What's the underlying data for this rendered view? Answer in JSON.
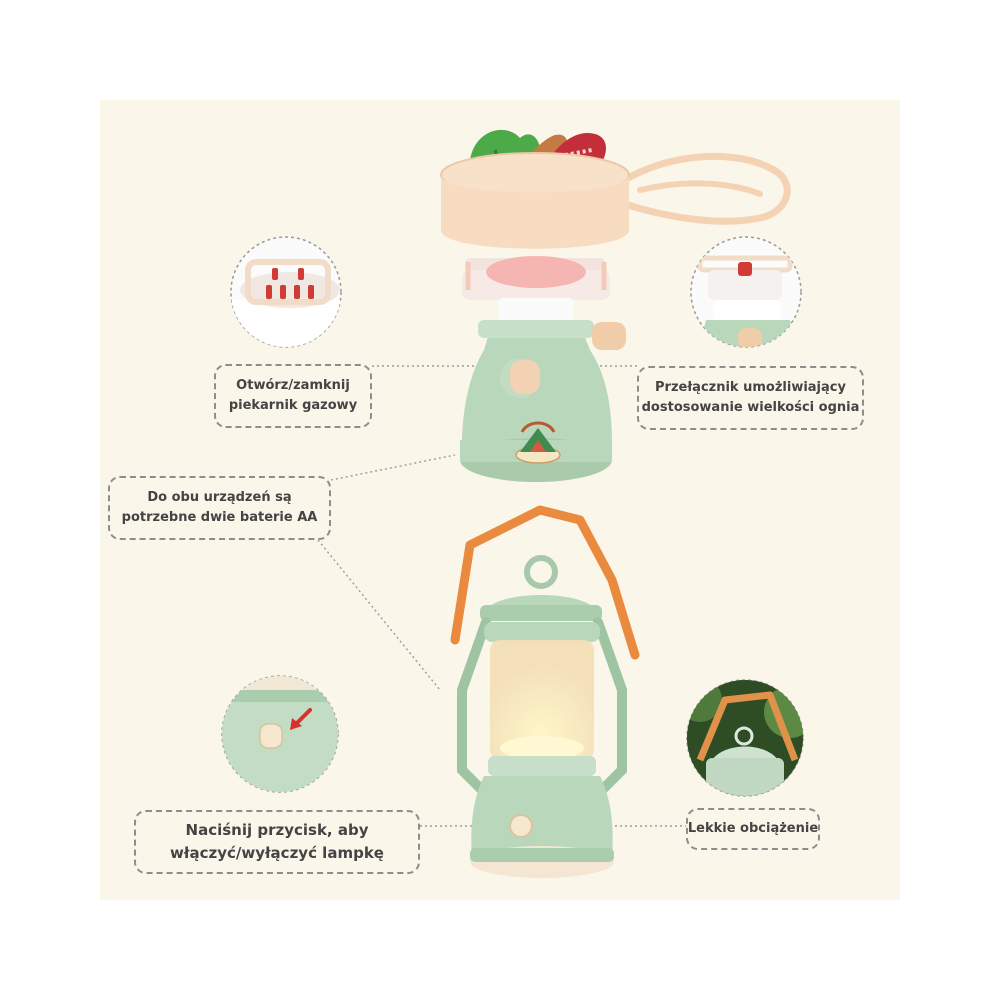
{
  "callouts": {
    "gas_oven": {
      "line1": "Otwórz/zamknij",
      "line2": "piekarnik gazowy"
    },
    "flame_switch": {
      "line1": "Przełącznik umożliwiający",
      "line2": "dostosowanie wielkości ognia"
    },
    "batteries": {
      "line1": "Do obu urządzeń są",
      "line2": "potrzebne dwie baterie AA"
    },
    "lamp_button": {
      "line1": "Naciśnij przycisk, aby",
      "line2": "włączyć/wyłączyć lampkę"
    },
    "light_weight": {
      "line1": "Lekkie obciążenie"
    }
  },
  "colors": {
    "background": "#fbf6ea",
    "body_green": "#b9d7bb",
    "pot_peach": "#f7dcc2",
    "handle_orange": "#e98a3e",
    "burner_pink": "#f5b5b0"
  }
}
